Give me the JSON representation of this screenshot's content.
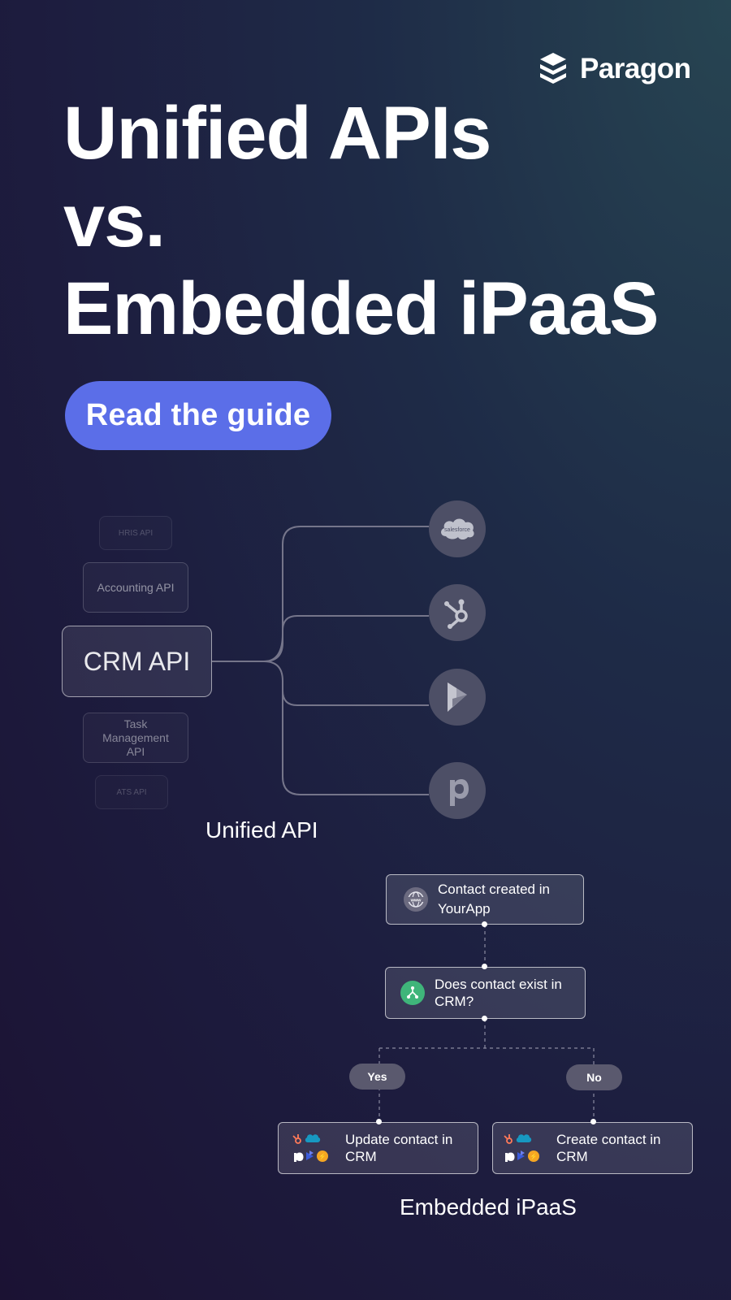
{
  "brand": {
    "name": "Paragon",
    "logo_icon": "layered-stack-icon"
  },
  "headline": {
    "line1": "Unified APIs",
    "line2": "vs.",
    "line3": "Embedded iPaaS"
  },
  "cta": {
    "label": "Read the guide"
  },
  "unified_diagram": {
    "api_categories": {
      "hris": "HRIS API",
      "accounting": "Accounting API",
      "crm": "CRM API",
      "task": "Task Management API",
      "ats": "ATS API"
    },
    "crm_logos": {
      "salesforce": {
        "icon": "salesforce-icon",
        "text": "salesforce"
      },
      "hubspot": {
        "icon": "hubspot-icon"
      },
      "dynamics": {
        "icon": "microsoft-dynamics-icon"
      },
      "pipedrive": {
        "icon": "pipedrive-icon"
      }
    },
    "label": "Unified API"
  },
  "ipaas_diagram": {
    "trigger": {
      "label": "Contact created in YourApp",
      "icon": "globe-www-icon"
    },
    "condition": {
      "label": "Does contact exist in CRM?",
      "icon": "branch-icon",
      "color": "#3fb57a"
    },
    "branches": {
      "yes": "Yes",
      "no": "No"
    },
    "actions": {
      "update": "Update contact in CRM",
      "create": "Create contact in CRM"
    },
    "label": "Embedded iPaaS"
  },
  "colors": {
    "cta": "#5b6ee8",
    "condition_icon": "#3fb57a",
    "hubspot": "#ff7a59",
    "salesforce": "#1798c1"
  }
}
